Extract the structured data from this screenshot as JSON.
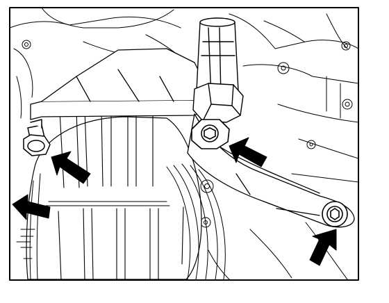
{
  "diagram": {
    "line_color": "#000000",
    "background_color": "#ffffff",
    "fill_color": "#ffffff",
    "callouts": [
      {
        "name": "arrow-upper-left-bolt",
        "icon": "arrow-icon",
        "direction": "up-left"
      },
      {
        "name": "arrow-left-edge",
        "icon": "arrow-icon",
        "direction": "left"
      },
      {
        "name": "arrow-center-bolt",
        "icon": "arrow-icon",
        "direction": "up-left"
      },
      {
        "name": "arrow-lower-right-bolt",
        "icon": "arrow-icon",
        "direction": "up-right"
      }
    ]
  }
}
